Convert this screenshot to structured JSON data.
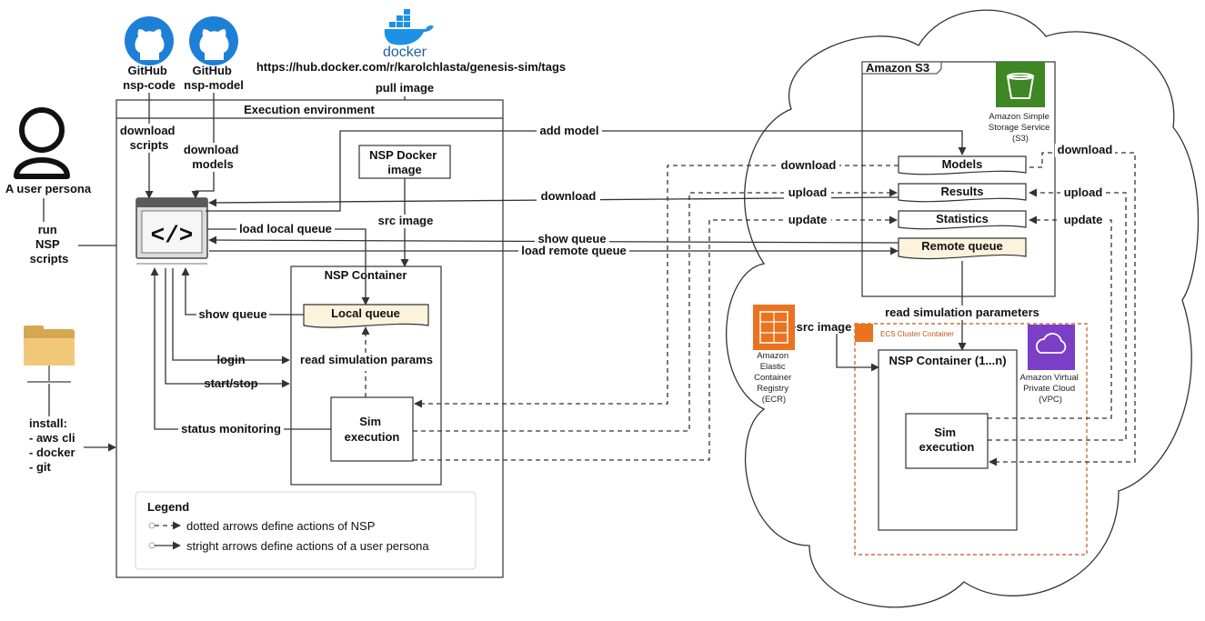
{
  "actor": {
    "label": "A user persona",
    "run_label": [
      "run",
      "NSP",
      "scripts"
    ]
  },
  "github": [
    {
      "label1": "GitHub",
      "label2": "nsp-code"
    },
    {
      "label1": "GitHub",
      "label2": "nsp-model"
    }
  ],
  "docker": {
    "logo_text": "docker",
    "url": "https://hub.docker.com/r/karolchlasta/genesis-sim/tags",
    "pull_label": "pull image"
  },
  "install": {
    "lines": [
      "install:",
      "- aws cli",
      "- docker",
      "- git"
    ]
  },
  "exec_env": {
    "title": "Execution environment",
    "download_scripts": [
      "download",
      "scripts"
    ],
    "download_models": [
      "download",
      "models"
    ],
    "docker_image": [
      "NSP Docker",
      "image"
    ],
    "src_image": "src image",
    "load_local_queue": "load local queue",
    "container_title": "NSP Container",
    "local_queue": "Local queue",
    "show_queue": "show queue",
    "login": "login",
    "start_stop": "start/stop",
    "read_params": "read simulation params",
    "status_monitoring": "status monitoring",
    "sim_execution": [
      "Sim",
      "execution"
    ]
  },
  "legend": {
    "title": "Legend",
    "dotted": "dotted arrows define actions of NSP",
    "straight": "stright arrows define actions of a user persona"
  },
  "flows": {
    "add_model": "add model",
    "download_left": "download",
    "download_mid": "download",
    "upload_mid": "upload",
    "update_mid": "update",
    "show_queue": "show queue",
    "load_remote_queue": "load remote queue",
    "download_right": "download",
    "upload_right": "upload",
    "update_right": "update"
  },
  "cloud": {
    "s3_title": "Amazon S3",
    "s3_service": [
      "Amazon Simple",
      "Storage Service",
      "(S3)"
    ],
    "models": "Models",
    "results": "Results",
    "statistics": "Statistics",
    "remote_queue": "Remote queue",
    "read_params": "read simulation parameters",
    "src_image": "src image",
    "ecr": [
      "Amazon",
      "Elastic",
      "Container",
      "Registry",
      "(ECR)"
    ],
    "ecs": "ECS Cluster Container",
    "vpc": [
      "Amazon Virtual",
      "Private Cloud",
      "(VPC)"
    ],
    "container_title": "NSP Container (1...n)",
    "sim_execution": [
      "Sim",
      "execution"
    ]
  },
  "colors": {
    "github": "#1e7fd6",
    "docker": "#1d91e6",
    "s3": "#3f8624",
    "ecr": "#e9731f",
    "vpc": "#7a3ec7",
    "queue_fill": "#fdf3dc",
    "ecs_border": "#c0561a"
  }
}
